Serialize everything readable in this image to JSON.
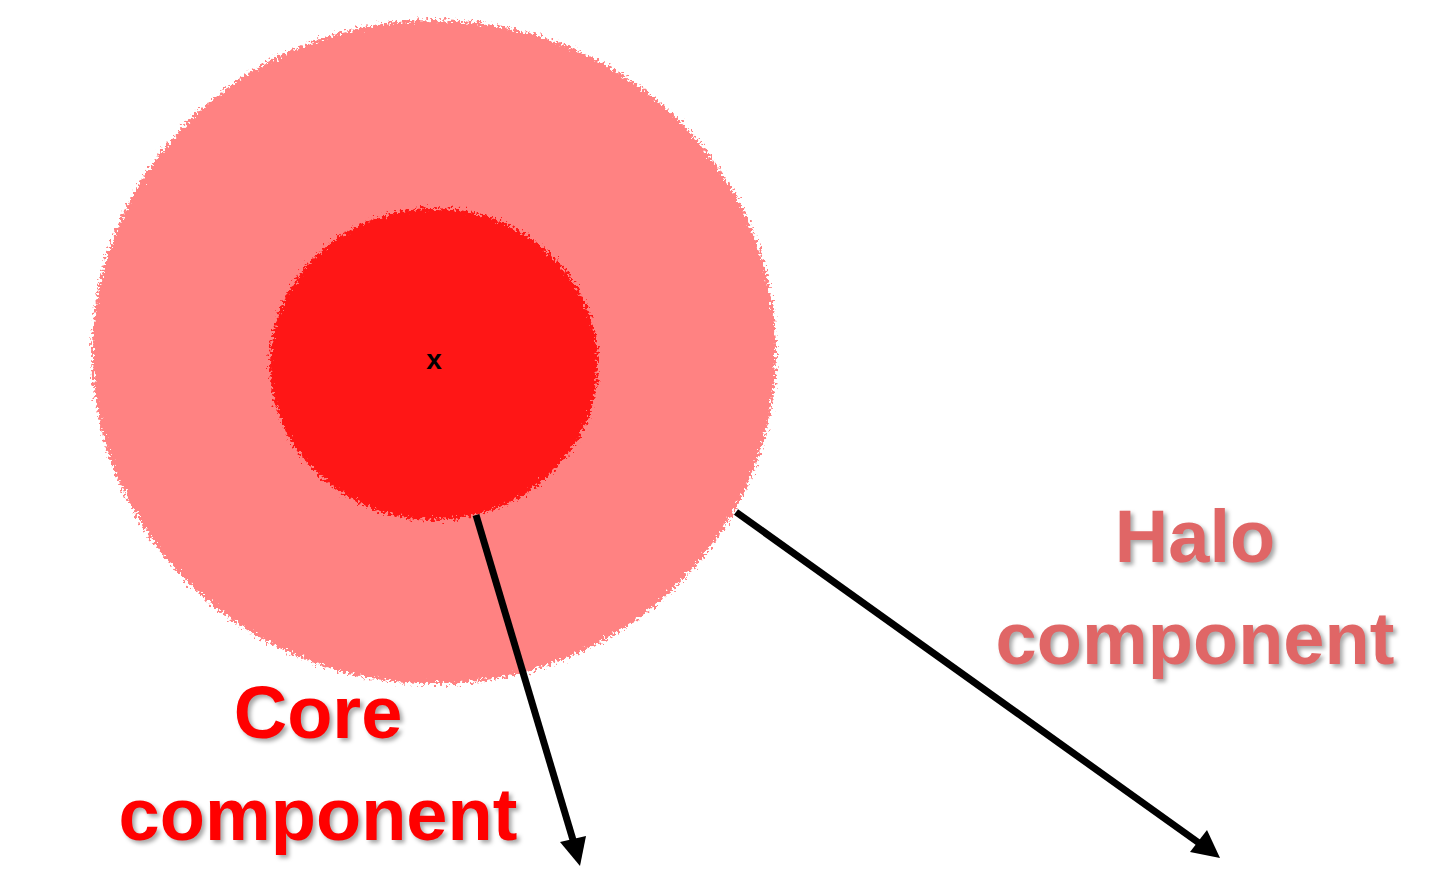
{
  "diagram": {
    "labels": [
      "x",
      "Core component",
      "Halo component"
    ]
  }
}
